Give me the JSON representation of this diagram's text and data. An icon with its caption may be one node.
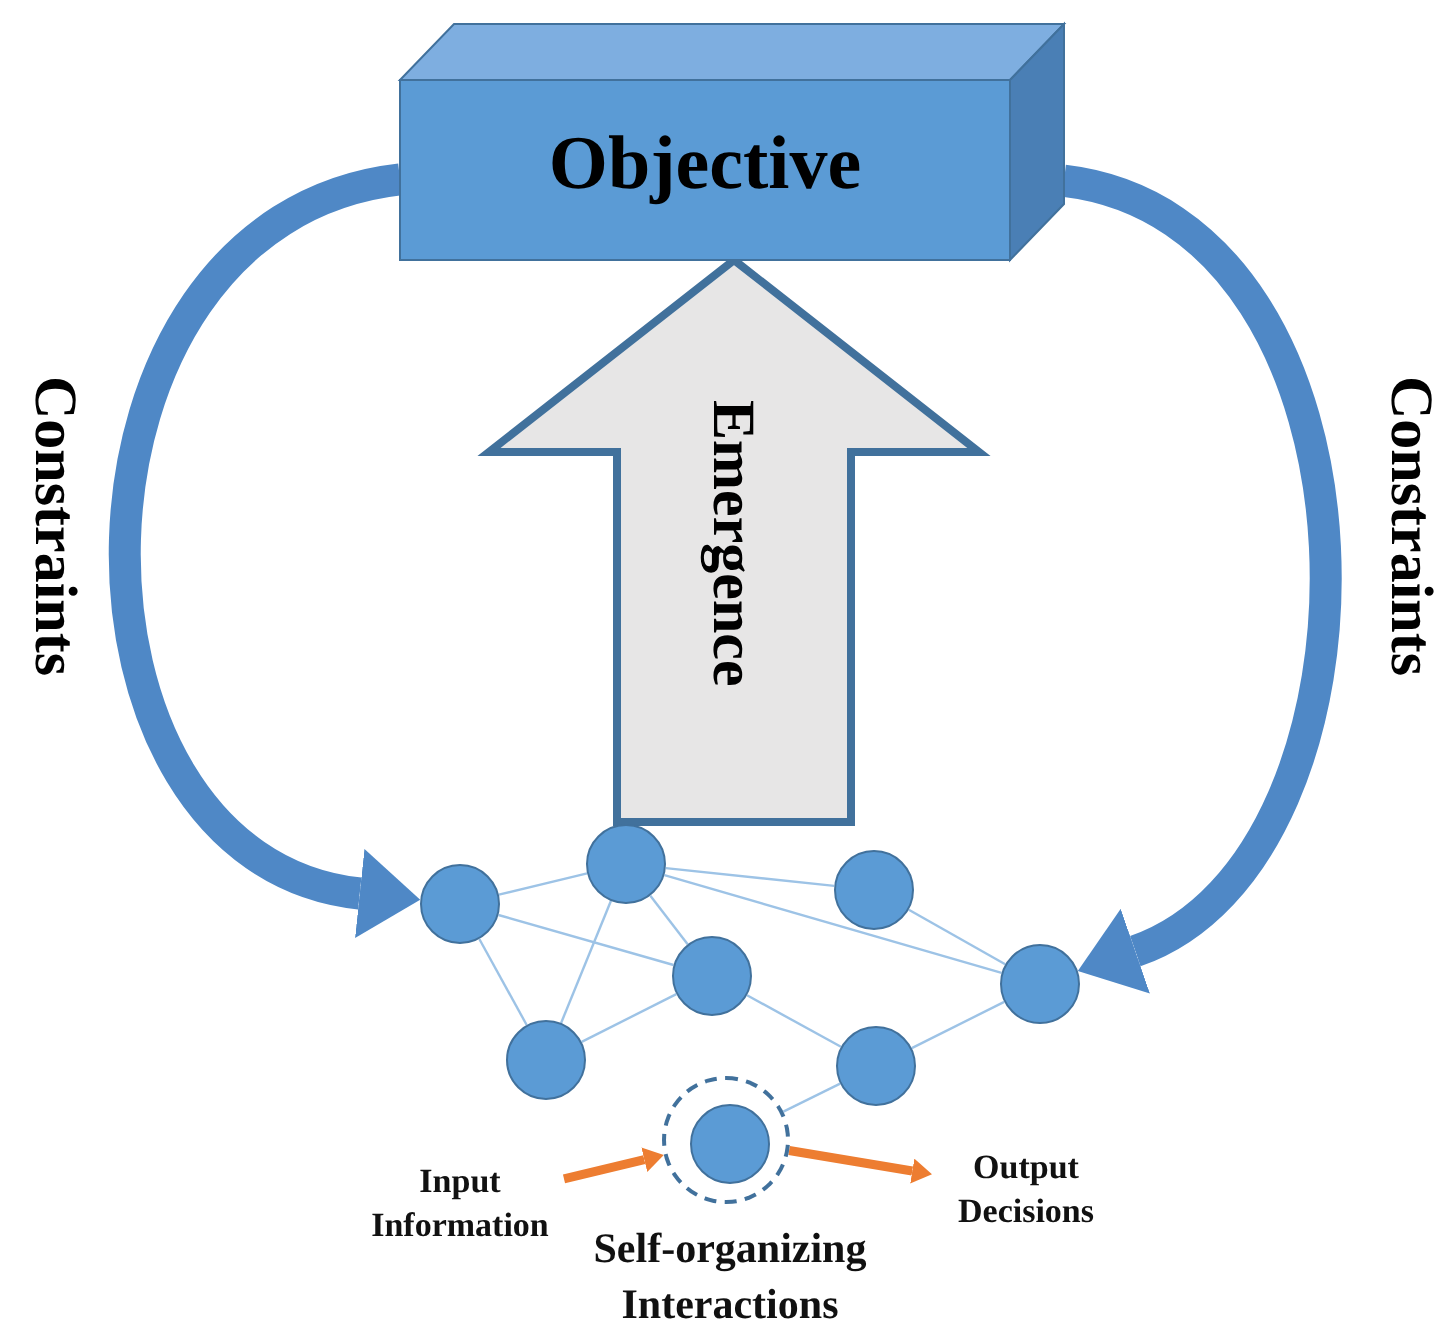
{
  "diagram": {
    "nodes": [
      {
        "text": [
          "Objective"
        ]
      },
      {
        "text": [],
        "shape": "circle"
      },
      {
        "text": [],
        "shape": "circle"
      },
      {
        "text": [],
        "shape": "circle"
      },
      {
        "text": [],
        "shape": "circle"
      },
      {
        "text": [],
        "shape": "circle"
      },
      {
        "text": [],
        "shape": "circle"
      },
      {
        "text": [],
        "shape": "circle"
      },
      {
        "text": [],
        "shape": "circle",
        "beside": [
          "Self-organizing Interactions"
        ]
      },
      {
        "text": [],
        "shape": "circle",
        "in": 8
      },
      {
        "text": [
          "Input Information"
        ]
      },
      {
        "text": [
          "Output Decisions"
        ]
      }
    ],
    "edges": [
      {
        "from": 0,
        "to": 1,
        "arrow": "to",
        "label": "Constraints",
        "style": "thick",
        "color": "#4f88c6"
      },
      {
        "from": 0,
        "to": 5,
        "arrow": "to",
        "label": "Constraints",
        "style": "thick",
        "color": "#4f88c6"
      },
      {
        "from": 2,
        "to": 0,
        "arrow": "to",
        "label": "Emergence",
        "style": "thick",
        "color": "#e7e6e6"
      },
      {
        "from": 1,
        "to": 2,
        "arrow": "none"
      },
      {
        "from": 1,
        "to": 4,
        "arrow": "none"
      },
      {
        "from": 1,
        "to": 6,
        "arrow": "none"
      },
      {
        "from": 2,
        "to": 6,
        "arrow": "none"
      },
      {
        "from": 2,
        "to": 4,
        "arrow": "none"
      },
      {
        "from": 2,
        "to": 3,
        "arrow": "none"
      },
      {
        "from": 2,
        "to": 5,
        "arrow": "none"
      },
      {
        "from": 3,
        "to": 5,
        "arrow": "none"
      },
      {
        "from": 4,
        "to": 6,
        "arrow": "none"
      },
      {
        "from": 4,
        "to": 7,
        "arrow": "none"
      },
      {
        "from": 7,
        "to": 5,
        "arrow": "none"
      },
      {
        "from": 7,
        "to": 8,
        "arrow": "none"
      },
      {
        "from": 10,
        "to": 8,
        "arrow": "to",
        "style": "thick",
        "color": "#ed7d31"
      },
      {
        "from": 8,
        "to": 11,
        "arrow": "to",
        "style": "thick",
        "color": "#ed7d31"
      }
    ]
  }
}
